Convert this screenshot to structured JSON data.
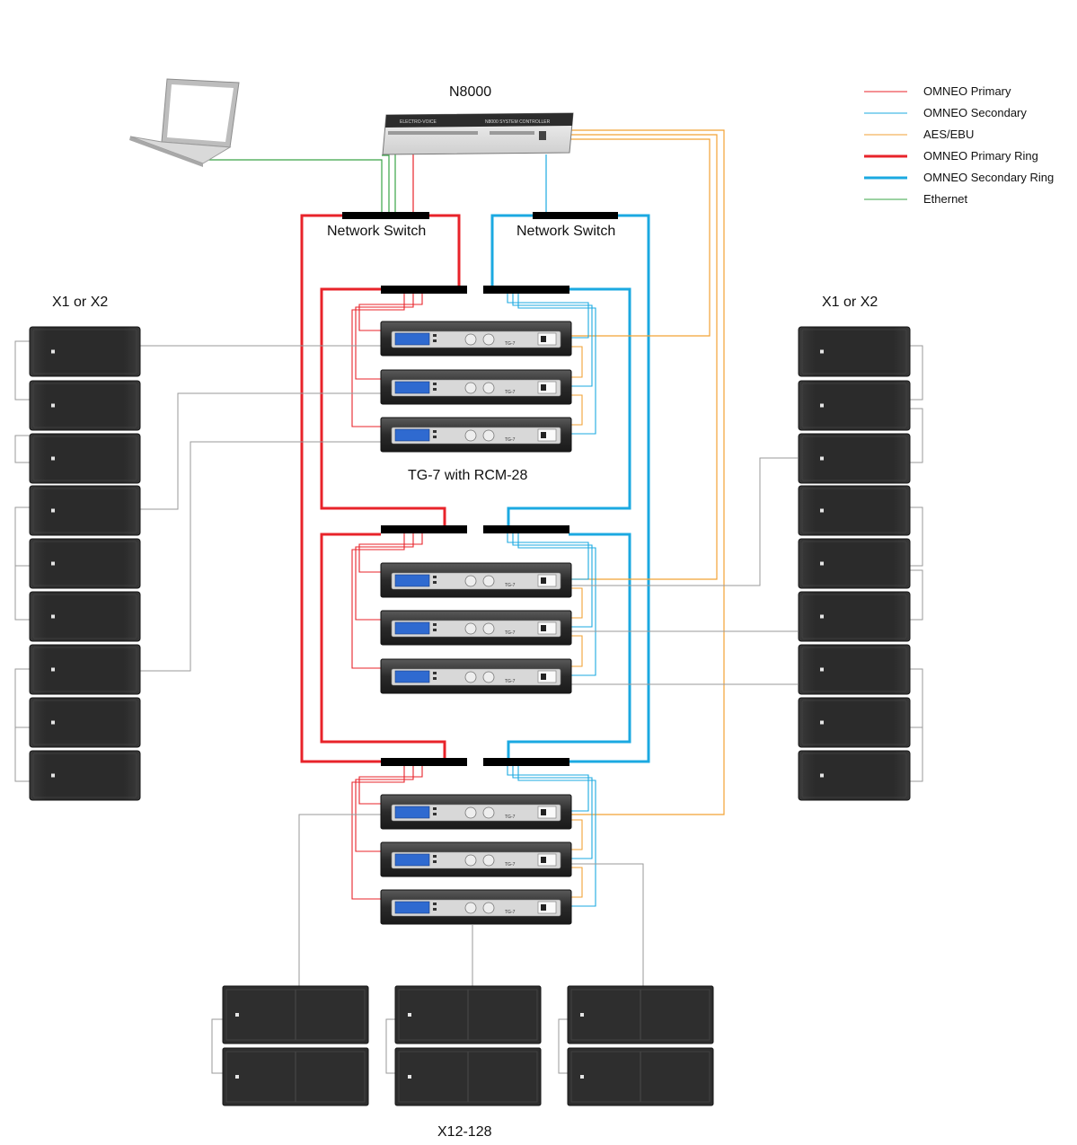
{
  "labels": {
    "controller": "N8000",
    "switch_left": "Network Switch",
    "switch_right": "Network Switch",
    "amp_group": "TG-7 with RCM-28",
    "left_array": "X1 or X2",
    "right_array": "X1 or X2",
    "sub_array": "X12-128"
  },
  "legend": [
    {
      "label": "OMNEO Primary",
      "color": "#e8232a",
      "weight": "thin"
    },
    {
      "label": "OMNEO Secondary",
      "color": "#1ba9e1",
      "weight": "thin"
    },
    {
      "label": "AES/EBU",
      "color": "#f2a235",
      "weight": "thin"
    },
    {
      "label": "OMNEO Primary Ring",
      "color": "#e8232a",
      "weight": "thick"
    },
    {
      "label": "OMNEO Secondary Ring",
      "color": "#1ba9e1",
      "weight": "thick"
    },
    {
      "label": "Ethernet",
      "color": "#3aa547",
      "weight": "thin"
    }
  ],
  "device_text": {
    "n8000_brand": "ELECTRO-VOICE",
    "n8000_model": "N8000 SYSTEM CONTROLLER",
    "amp_model": "TG-7"
  },
  "colors": {
    "primary": "#e8232a",
    "secondary": "#1ba9e1",
    "aes": "#f2a235",
    "ethernet": "#3aa547",
    "speaker_line": "#9a9a9a",
    "switch": "#000000"
  },
  "icons": {
    "laptop": "laptop-icon",
    "controller": "system-controller-icon",
    "amplifier": "amplifier-icon",
    "speaker": "line-array-speaker-icon",
    "subwoofer": "subwoofer-icon"
  }
}
